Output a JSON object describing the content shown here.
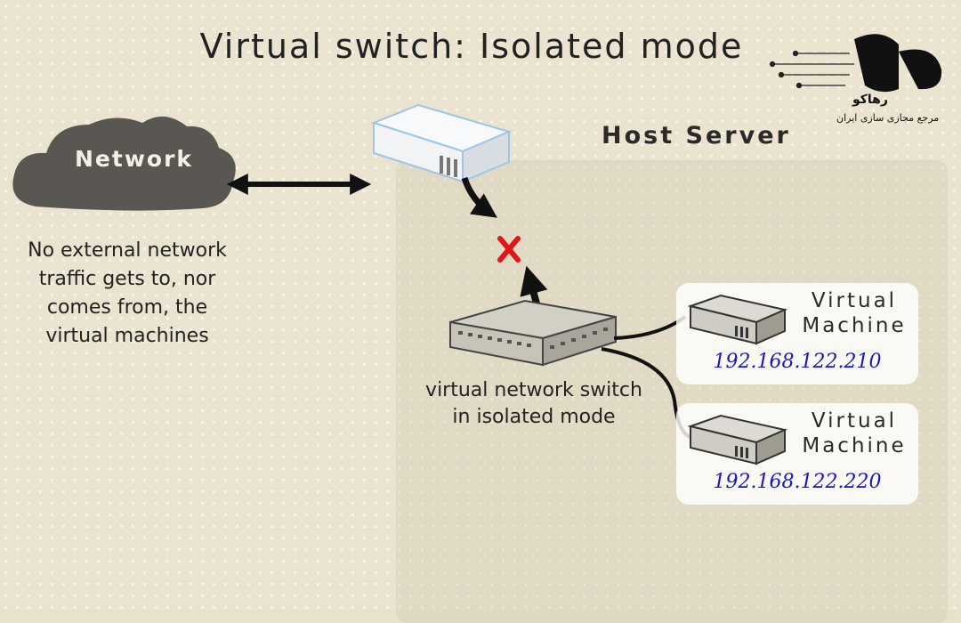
{
  "diagram": {
    "title": "Virtual switch: Isolated mode",
    "host_label": "Host Server",
    "network_label": "Network",
    "note_lines": [
      "No external network",
      "traffic gets to, nor",
      "comes from, the",
      "virtual machines"
    ],
    "switch_label_lines": [
      "virtual network switch",
      "in isolated mode"
    ],
    "vms": [
      {
        "title_lines": [
          "Virtual",
          "Machine"
        ],
        "ip": "192.168.122.210"
      },
      {
        "title_lines": [
          "Virtual",
          "Machine"
        ],
        "ip": "192.168.122.220"
      }
    ]
  },
  "logo": {
    "name": "رهاکو",
    "subtitle": "مرجع مجازی سازی ایران"
  },
  "colors": {
    "cloud": "#5a5651",
    "ip_text": "#1717c4",
    "blocked_x": "#e0161b"
  },
  "icons": [
    "cloud-icon",
    "router-icon",
    "switch-icon",
    "server-icon",
    "blocked-icon",
    "logo-icon"
  ]
}
